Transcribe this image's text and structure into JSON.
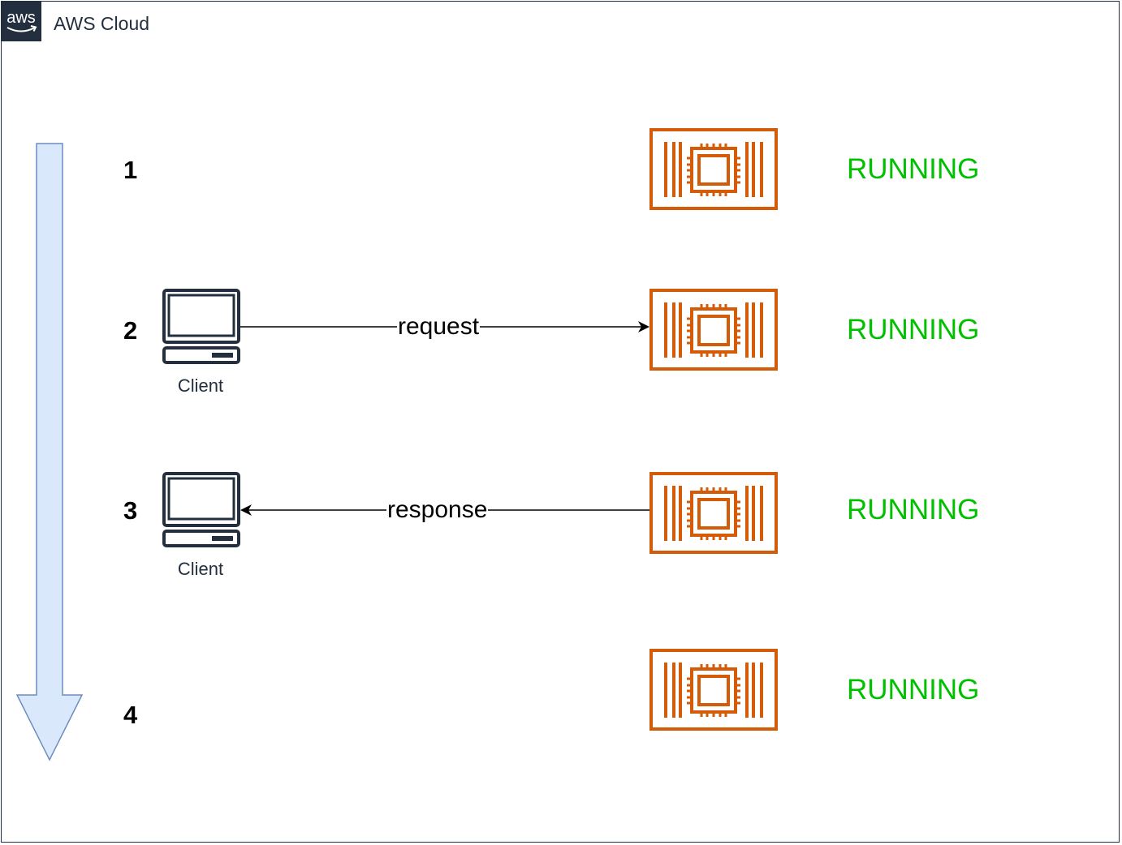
{
  "header": {
    "title": "AWS Cloud",
    "badge_text": "aws"
  },
  "steps": [
    {
      "number": "1",
      "status": "RUNNING"
    },
    {
      "number": "2",
      "status": "RUNNING",
      "client_label": "Client",
      "edge_label": "request"
    },
    {
      "number": "3",
      "status": "RUNNING",
      "client_label": "Client",
      "edge_label": "response"
    },
    {
      "number": "4",
      "status": "RUNNING"
    }
  ],
  "colors": {
    "frame": "#232f3e",
    "instance": "#d45b07",
    "running": "#00c000",
    "flow_arrow_fill": "#dae8fc",
    "flow_arrow_stroke": "#6c8ebf"
  },
  "icons": {
    "badge": "aws-logo-icon",
    "instance": "ec2-instance-icon",
    "client": "client-laptop-icon"
  }
}
